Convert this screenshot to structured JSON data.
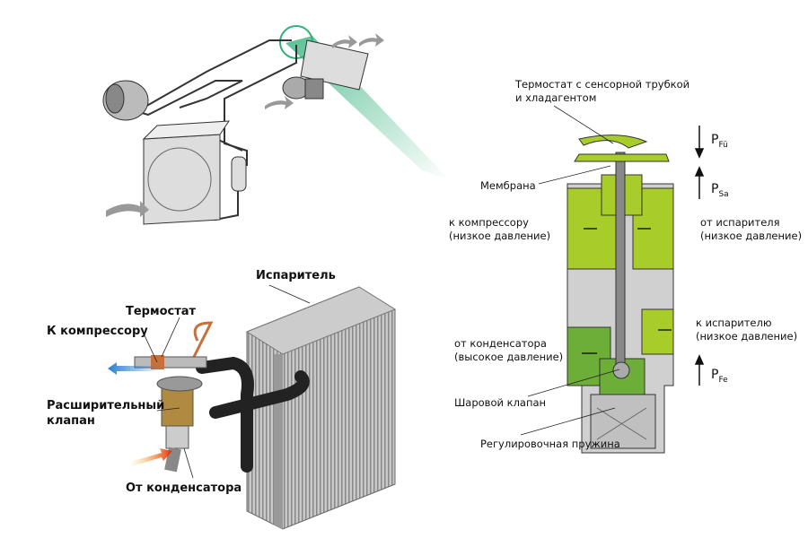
{
  "valve_labels": {
    "thermostat": [
      "Термостат с сенсорной трубкой",
      "и хладагентом"
    ],
    "membrane": "Мембрана",
    "to_compressor": [
      "к компрессору",
      "(низкое давление)"
    ],
    "from_evaporator": [
      "от испарителя",
      "(низкое давление)"
    ],
    "to_evaporator": [
      "к испарителю",
      "(низкое давление)"
    ],
    "from_condenser": [
      "от конденсатора",
      "(высокое давление)"
    ],
    "ball_valve": "Шаровой клапан",
    "spring": "Регулировочная пружина",
    "p_fu": {
      "main": "P",
      "sub": "Fü"
    },
    "p_sa": {
      "main": "P",
      "sub": "Sa"
    },
    "p_fe": {
      "main": "P",
      "sub": "Fe"
    }
  },
  "evaporator_labels": {
    "evaporator": "Испаритель",
    "thermostat": "Термостат",
    "to_compressor": "К компрессору",
    "expansion_valve": [
      "Расширительный",
      "клапан"
    ],
    "from_condenser": "От конденсатора"
  },
  "colors": {
    "green": "#a8cc2a",
    "dark_green": "#6cae38",
    "body": "#d0d0d0",
    "highlight": "#2fb07a"
  }
}
